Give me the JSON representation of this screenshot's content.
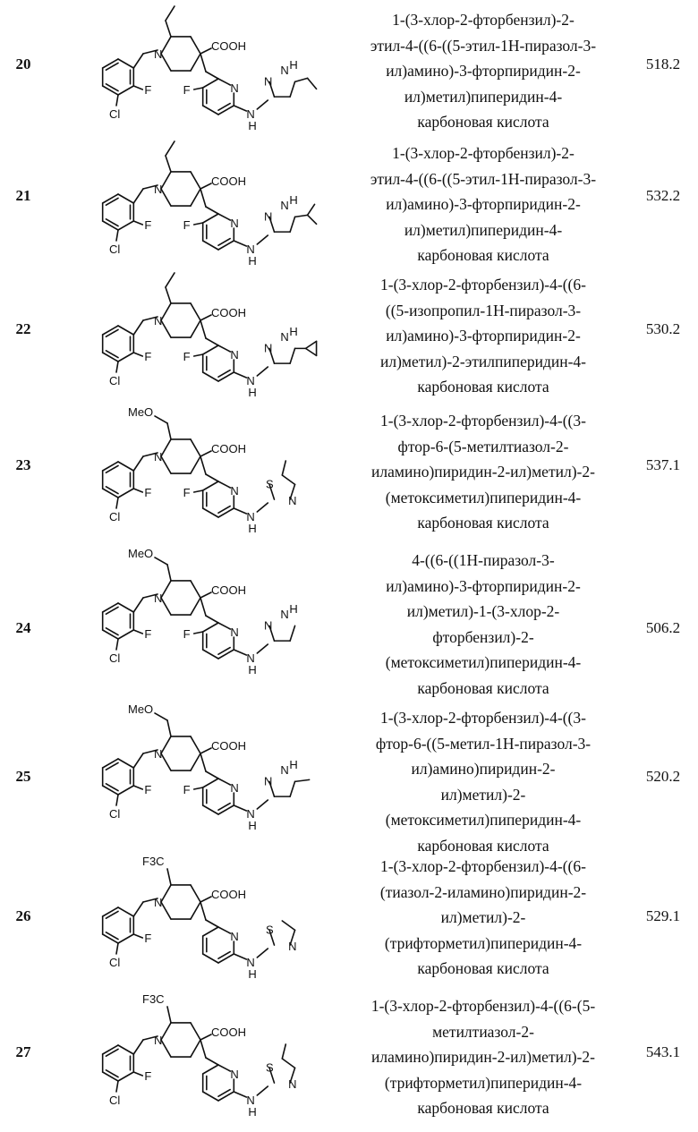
{
  "compounds": [
    {
      "number": "20",
      "name_lines": [
        "1-(3-хлор-2-фторбензил)-2-",
        "этил-4-((6-((5-этил-1H-пиразол-3-",
        "ил)амино)-3-фторпиридин-2-",
        "ил)метил)пиперидин-4-",
        "карбоновая кислота"
      ],
      "mass": "518.2",
      "labels": {
        "cooh": "COOH",
        "f_aryl": "F",
        "cl": "Cl",
        "f_py": "F",
        "n_pip": "N",
        "n_py": "N",
        "nh": "N",
        "h": "H",
        "n_ring1": "N",
        "n_ring2": "N",
        "h_ring": "H"
      }
    },
    {
      "number": "21",
      "name_lines": [
        "1-(3-хлор-2-фторбензил)-2-",
        "этил-4-((6-((5-этил-1H-пиразол-3-",
        "ил)амино)-3-фторпиридин-2-",
        "ил)метил)пиперидин-4-",
        "карбоновая кислота"
      ],
      "mass": "532.2",
      "labels": {
        "cooh": "COOH",
        "f_aryl": "F",
        "cl": "Cl",
        "f_py": "F",
        "n_pip": "N",
        "n_py": "N",
        "nh": "N",
        "h": "H",
        "n_ring1": "N",
        "n_ring2": "N",
        "h_ring": "H"
      }
    },
    {
      "number": "22",
      "name_lines": [
        "1-(3-хлор-2-фторбензил)-4-((6-",
        "((5-изопропил-1H-пиразол-3-",
        "ил)амино)-3-фторпиридин-2-",
        "ил)метил)-2-этилпиперидин-4-",
        "карбоновая кислота"
      ],
      "mass": "530.2",
      "labels": {
        "cooh": "COOH",
        "f_aryl": "F",
        "cl": "Cl",
        "f_py": "F",
        "n_pip": "N",
        "n_py": "N",
        "nh": "N",
        "h": "H",
        "n_ring1": "N",
        "n_ring2": "N",
        "h_ring": "H"
      }
    },
    {
      "number": "23",
      "name_lines": [
        "1-(3-хлор-2-фторбензил)-4-((3-",
        "фтор-6-(5-метилтиазол-2-",
        "иламино)пиридин-2-ил)метил)-2-",
        "(метоксиметил)пиперидин-4-",
        "карбоновая кислота"
      ],
      "mass": "537.1",
      "labels": {
        "meo": "MeO",
        "cooh": "COOH",
        "f_aryl": "F",
        "cl": "Cl",
        "f_py": "F",
        "n_pip": "N",
        "n_py": "N",
        "nh": "N",
        "h": "H",
        "s": "S",
        "n_thz": "N"
      }
    },
    {
      "number": "24",
      "name_lines": [
        "4-((6-((1H-пиразол-3-",
        "ил)амино)-3-фторпиридин-2-",
        "ил)метил)-1-(3-хлор-2-",
        "фторбензил)-2-",
        "(метоксиметил)пиперидин-4-",
        "карбоновая кислота"
      ],
      "mass": "506.2",
      "labels": {
        "meo": "MeO",
        "cooh": "COOH",
        "f_aryl": "F",
        "cl": "Cl",
        "f_py": "F",
        "n_pip": "N",
        "n_py": "N",
        "nh": "N",
        "h": "H",
        "n_ring1": "N",
        "n_ring2": "N",
        "h_ring": "H"
      }
    },
    {
      "number": "25",
      "name_lines": [
        "1-(3-хлор-2-фторбензил)-4-((3-",
        "фтор-6-((5-метил-1H-пиразол-3-",
        "ил)амино)пиридин-2-",
        "ил)метил)-2-",
        "(метоксиметил)пиперидин-4-",
        "карбоновая кислота"
      ],
      "mass": "520.2",
      "labels": {
        "meo": "MeO",
        "cooh": "COOH",
        "f_aryl": "F",
        "cl": "Cl",
        "f_py": "F",
        "n_pip": "N",
        "n_py": "N",
        "nh": "N",
        "h": "H",
        "n_ring1": "N",
        "n_ring2": "N",
        "h_ring": "H"
      }
    },
    {
      "number": "26",
      "name_lines": [
        "1-(3-хлор-2-фторбензил)-4-((6-",
        "(тиазол-2-иламино)пиридин-2-",
        "ил)метил)-2-",
        "(трифторметил)пиперидин-4-",
        "карбоновая кислота"
      ],
      "mass": "529.1",
      "labels": {
        "cf3": "F3C",
        "cooh": "COOH",
        "f_aryl": "F",
        "cl": "Cl",
        "n_pip": "N",
        "n_py": "N",
        "nh": "N",
        "h": "H",
        "s": "S",
        "n_thz": "N"
      }
    },
    {
      "number": "27",
      "name_lines": [
        "1-(3-хлор-2-фторбензил)-4-((6-(5-",
        "метилтиазол-2-",
        "иламино)пиридин-2-ил)метил)-2-",
        "(трифторметил)пиперидин-4-",
        "карбоновая кислота"
      ],
      "mass": "543.1",
      "labels": {
        "cf3": "F3C",
        "cooh": "COOH",
        "f_aryl": "F",
        "cl": "Cl",
        "n_pip": "N",
        "n_py": "N",
        "nh": "N",
        "h": "H",
        "s": "S",
        "n_thz": "N"
      }
    }
  ]
}
